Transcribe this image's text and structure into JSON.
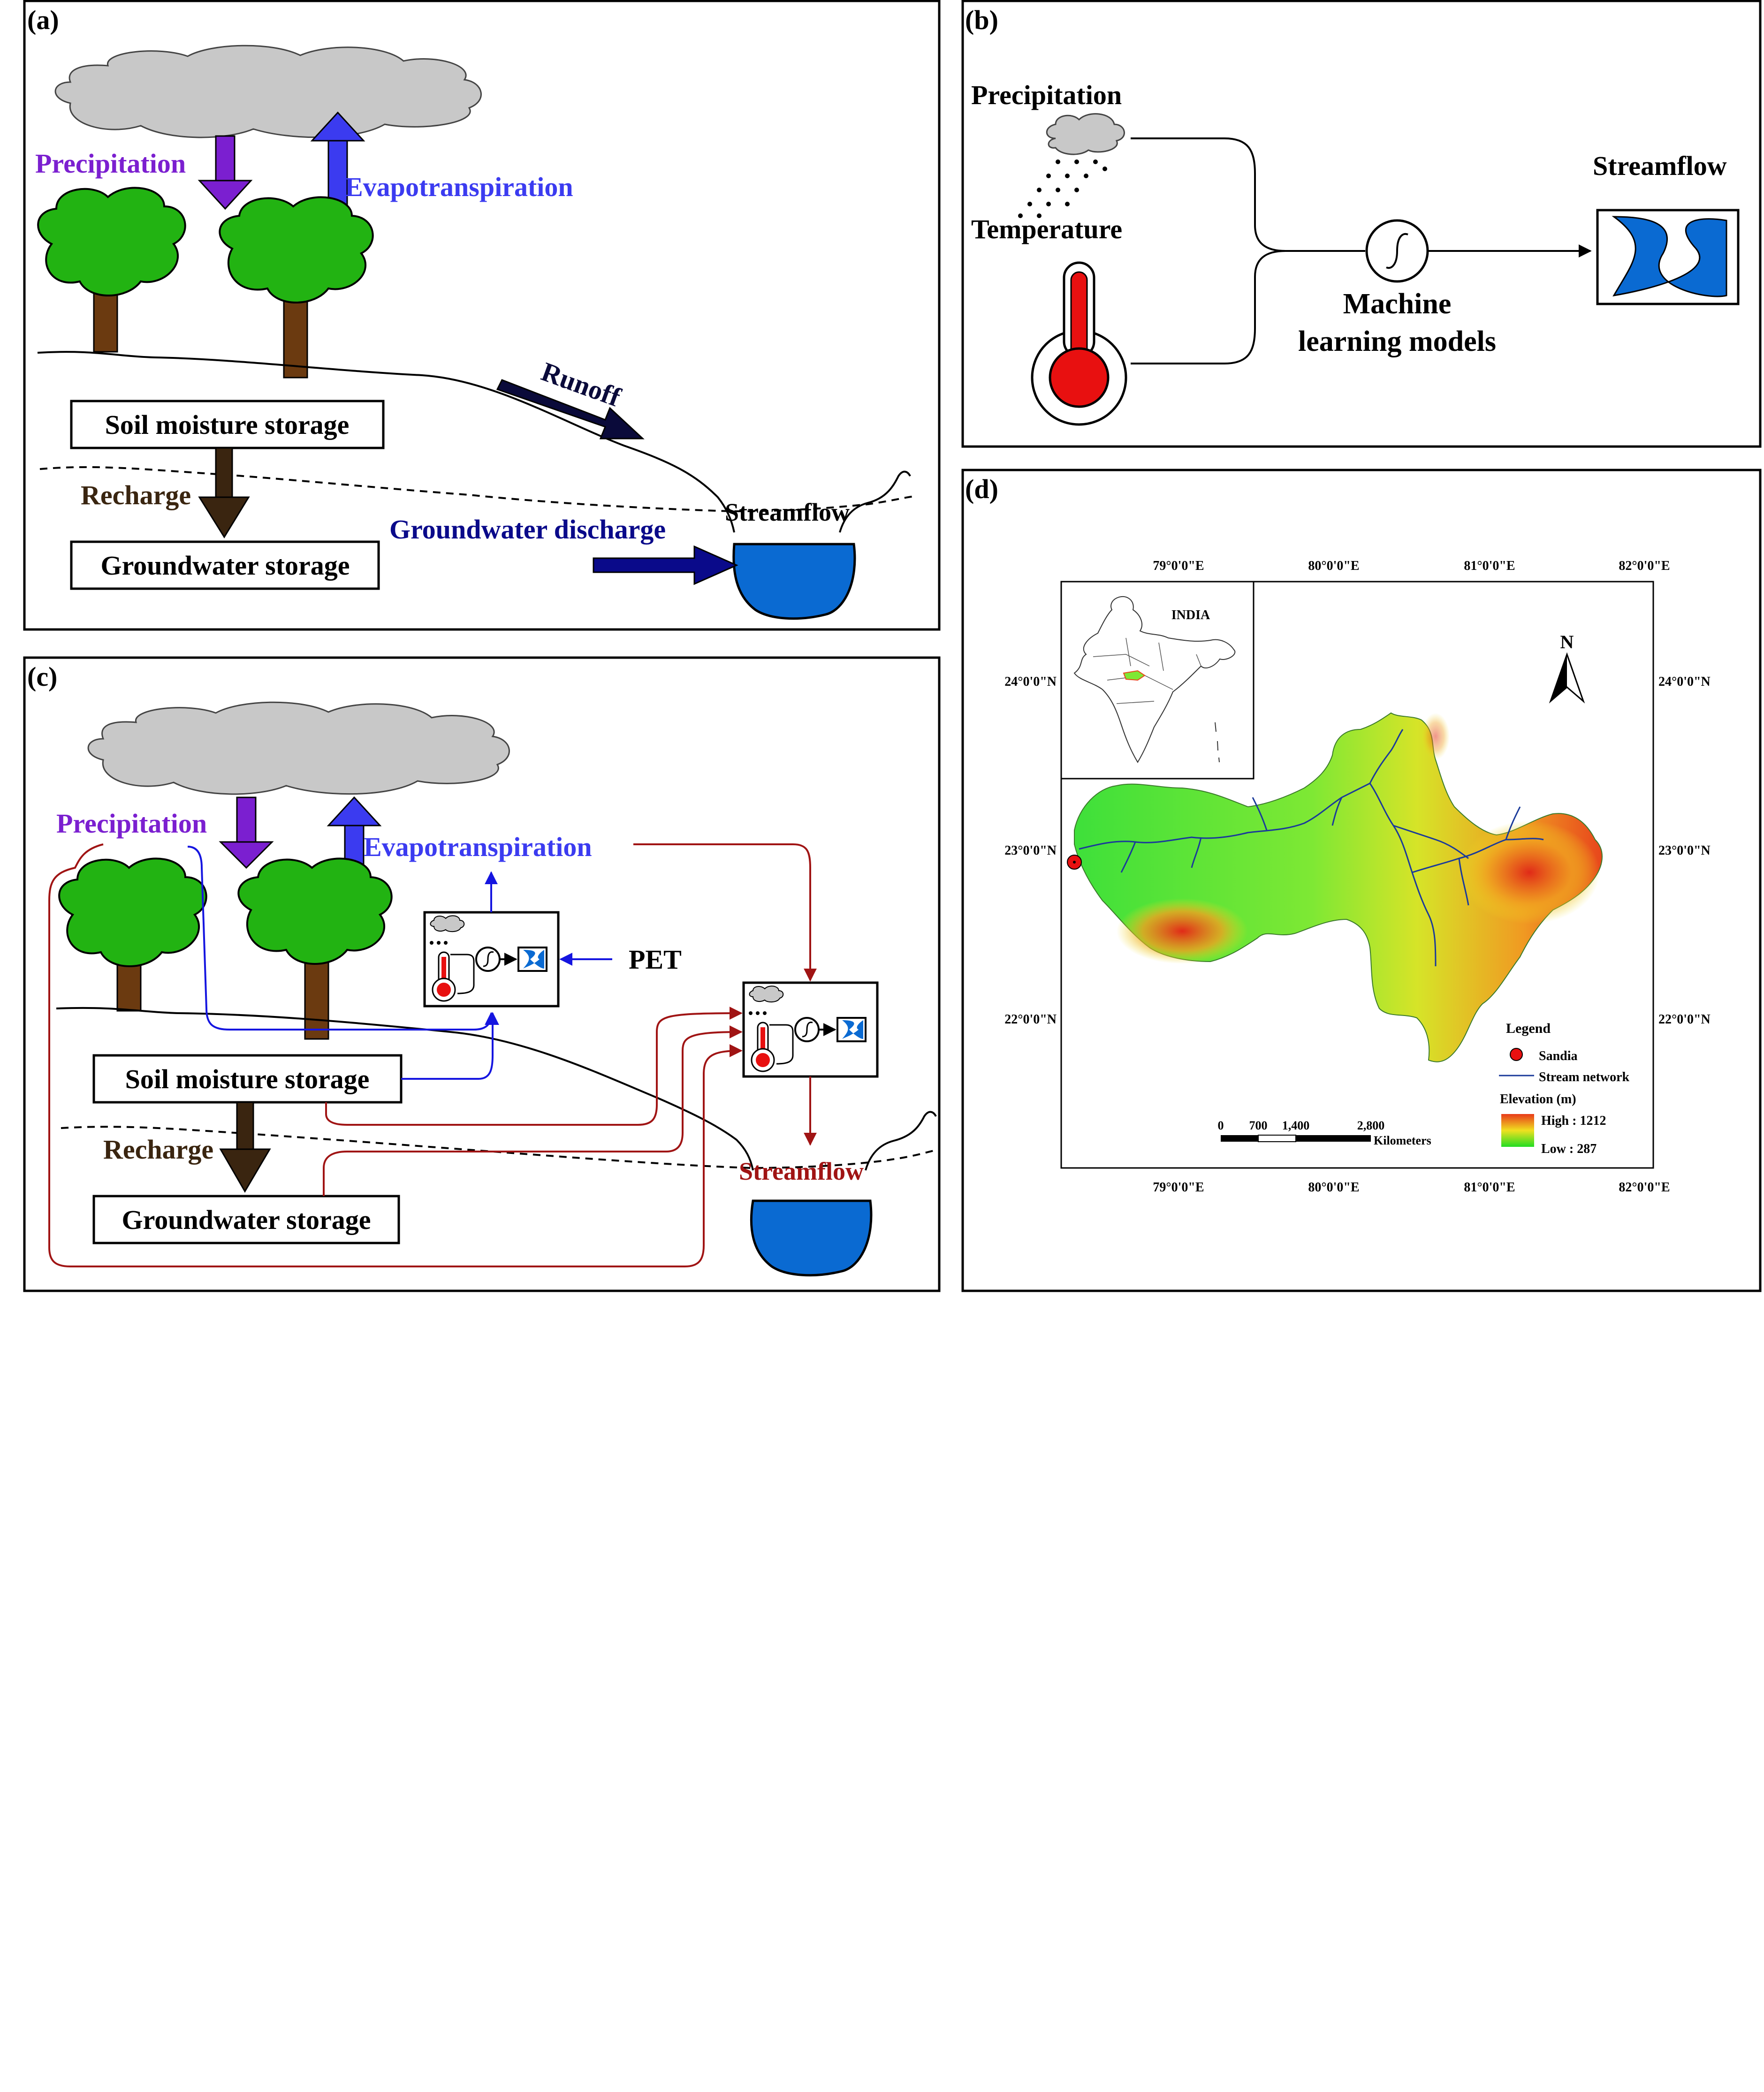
{
  "panels": {
    "a": {
      "label": "(a)",
      "precipitation": "Precipitation",
      "evapotranspiration": "Evapotranspiration",
      "runoff": "Runoff",
      "soil_moisture": "Soil moisture storage",
      "recharge": "Recharge",
      "groundwater": "Groundwater storage",
      "groundwater_discharge": "Groundwater discharge",
      "streamflow": "Streamflow"
    },
    "b": {
      "label": "(b)",
      "precipitation": "Precipitation",
      "temperature": "Temperature",
      "ml_line1": "Machine",
      "ml_line2": "learning models",
      "streamflow": "Streamflow"
    },
    "c": {
      "label": "(c)",
      "precipitation": "Precipitation",
      "evapotranspiration": "Evapotranspiration",
      "pet": "PET",
      "soil_moisture": "Soil moisture storage",
      "recharge": "Recharge",
      "groundwater": "Groundwater storage",
      "streamflow": "Streamflow"
    },
    "d": {
      "label": "(d)",
      "lon_ticks": [
        "79°0'0\"E",
        "80°0'0\"E",
        "81°0'0\"E",
        "82°0'0\"E"
      ],
      "lat_ticks": [
        "24°0'0\"N",
        "23°0'0\"N",
        "22°0'0\"N"
      ],
      "inset_label": "INDIA",
      "north": "N",
      "legend_title": "Legend",
      "legend_station": "Sandia",
      "legend_stream": "Stream network",
      "legend_elevation": "Elevation (m)",
      "legend_high": "High : 1212",
      "legend_low": "Low : 287",
      "scale_ticks": [
        "0",
        "700",
        "1,400",
        "2,800"
      ],
      "scale_unit": "Kilometers"
    }
  },
  "colors": {
    "precip": "#7b1fd0",
    "evap": "#3b3bf0",
    "runoff": "#0a0a3a",
    "recharge": "#3a2510",
    "gw_discharge": "#0a0a8a",
    "water": "#0a6ad2",
    "tree": "#22b312",
    "trunk": "#6b3a10",
    "cloud": "#c8c8c8",
    "blue_flow": "#1515e0",
    "red_flow": "#a01414"
  }
}
